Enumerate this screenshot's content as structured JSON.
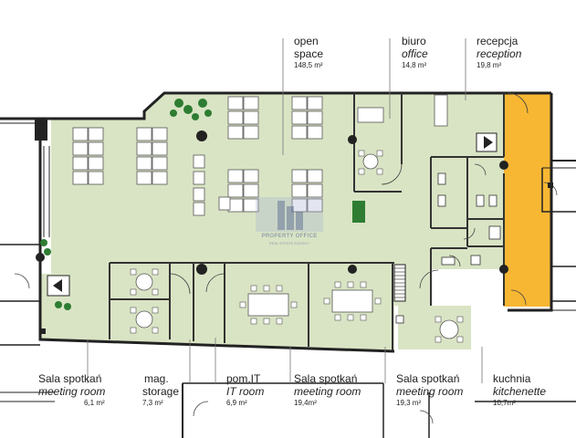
{
  "labels": {
    "open_space": {
      "line1": "open",
      "line2": "space",
      "area": "148,5 m²"
    },
    "office": {
      "pl": "biuro",
      "en": "office",
      "area": "14,8 m²"
    },
    "reception": {
      "pl": "recepcja",
      "en": "reception",
      "area": "19,8 m²"
    },
    "meeting1": {
      "pl": "Sala spotkań",
      "en": "meeting room",
      "area": "6,1 m²"
    },
    "storage": {
      "pl": "mag.",
      "en": "storage",
      "area": "7,3 m²"
    },
    "it_room": {
      "pl": "pom.IT",
      "en": "IT room",
      "area": "6,9 m²"
    },
    "meeting2": {
      "pl": "Sala spotkań",
      "en": "meeting room",
      "area": "19,4m²"
    },
    "meeting3": {
      "pl": "Sala spotkań",
      "en": "meeting room",
      "area": "19,3 m²"
    },
    "kitchen": {
      "pl": "kuchnia",
      "en": "kitchenette",
      "area": "10,7m²"
    }
  },
  "watermark": {
    "title": "PROPERTY OFFICE",
    "subtitle": "REAL ESTATE AGENCY"
  },
  "colors": {
    "floor": "#d9e4c4",
    "accent": "#f7b733",
    "wall": "#222222",
    "watermark": "#5a6b9a"
  }
}
